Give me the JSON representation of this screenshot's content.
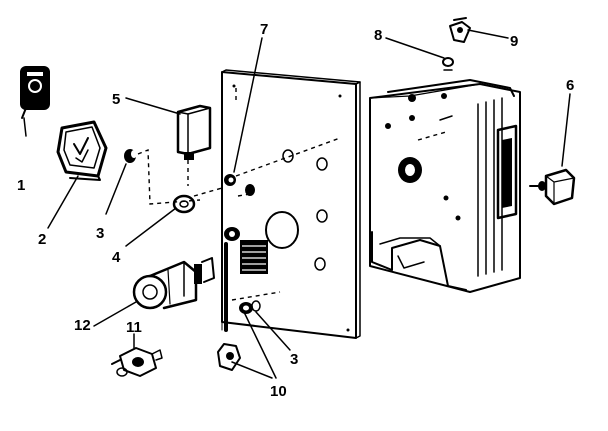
{
  "diagram": {
    "callouts": [
      {
        "id": "c1",
        "label": "1"
      },
      {
        "id": "c2",
        "label": "2"
      },
      {
        "id": "c3a",
        "label": "3"
      },
      {
        "id": "c3b",
        "label": "3"
      },
      {
        "id": "c4",
        "label": "4"
      },
      {
        "id": "c5",
        "label": "5"
      },
      {
        "id": "c6",
        "label": "6"
      },
      {
        "id": "c7",
        "label": "7"
      },
      {
        "id": "c8",
        "label": "8"
      },
      {
        "id": "c9",
        "label": "9"
      },
      {
        "id": "c10",
        "label": "10"
      },
      {
        "id": "c11",
        "label": "11"
      },
      {
        "id": "c12",
        "label": "12"
      }
    ]
  }
}
